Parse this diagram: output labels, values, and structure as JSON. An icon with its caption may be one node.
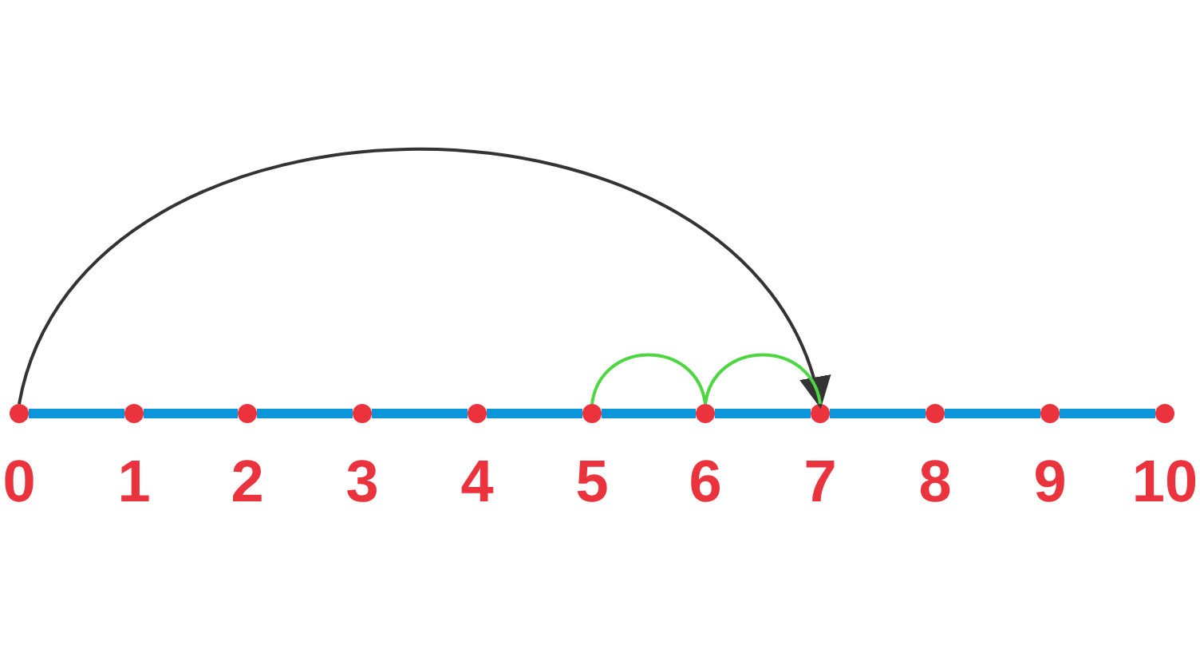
{
  "diagram": {
    "nodes": [
      {
        "text": [],
        "shape": "circle",
        "beside": [
          "0"
        ]
      },
      {
        "text": [],
        "shape": "circle",
        "beside": [
          "1"
        ]
      },
      {
        "text": [],
        "shape": "circle",
        "beside": [
          "2"
        ]
      },
      {
        "text": [],
        "shape": "circle",
        "beside": [
          "3"
        ]
      },
      {
        "text": [],
        "shape": "circle",
        "beside": [
          "4"
        ]
      },
      {
        "text": [],
        "shape": "circle",
        "beside": [
          "5"
        ]
      },
      {
        "text": [],
        "shape": "circle",
        "beside": [
          "6"
        ]
      },
      {
        "text": [],
        "shape": "circle",
        "beside": [
          "7"
        ]
      },
      {
        "text": [],
        "shape": "circle",
        "beside": [
          "8"
        ]
      },
      {
        "text": [],
        "shape": "circle",
        "beside": [
          "9"
        ]
      },
      {
        "text": [],
        "shape": "circle",
        "beside": [
          "10"
        ]
      }
    ],
    "edges": [
      {
        "from": 0,
        "to": 7,
        "arrow": "to",
        "color": "#333333"
      },
      {
        "from": 5,
        "to": 6,
        "arrow": "none",
        "color": "#4cd640"
      },
      {
        "from": 6,
        "to": 7,
        "arrow": "none",
        "color": "#4cd640"
      },
      {
        "from": 0,
        "to": 1,
        "arrow": "none",
        "color": "#0b96dc"
      },
      {
        "from": 1,
        "to": 2,
        "arrow": "none",
        "color": "#0b96dc"
      },
      {
        "from": 2,
        "to": 3,
        "arrow": "none",
        "color": "#0b96dc"
      },
      {
        "from": 3,
        "to": 4,
        "arrow": "none",
        "color": "#0b96dc"
      },
      {
        "from": 4,
        "to": 5,
        "arrow": "none",
        "color": "#0b96dc"
      },
      {
        "from": 5,
        "to": 6,
        "arrow": "none",
        "color": "#0b96dc"
      },
      {
        "from": 6,
        "to": 7,
        "arrow": "none",
        "color": "#0b96dc"
      },
      {
        "from": 7,
        "to": 8,
        "arrow": "none",
        "color": "#0b96dc"
      },
      {
        "from": 8,
        "to": 9,
        "arrow": "none",
        "color": "#0b96dc"
      },
      {
        "from": 9,
        "to": 10,
        "arrow": "none",
        "color": "#0b96dc"
      }
    ]
  }
}
